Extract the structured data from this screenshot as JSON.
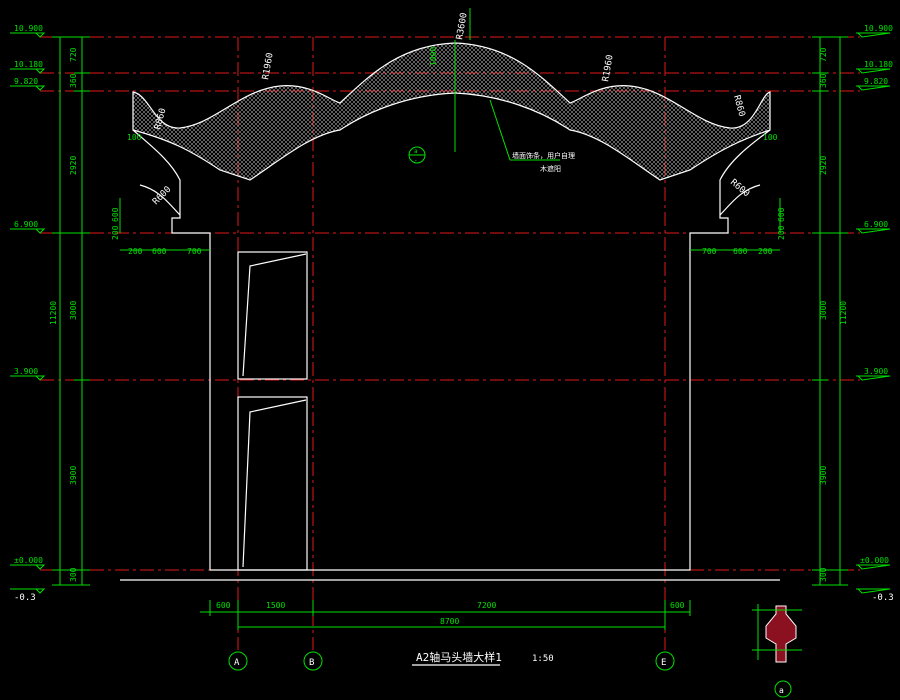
{
  "title": {
    "label": "A2轴马头墙大样1",
    "scale": "1:50"
  },
  "elevations_left": [
    "10.900",
    "10.180",
    "9.820",
    "6.900",
    "3.900",
    "±0.000",
    "-0.3"
  ],
  "elevations_right": [
    "10.900",
    "10.180",
    "9.820",
    "6.900",
    "3.900",
    "±0.000",
    "-0.3"
  ],
  "dims_vertical": {
    "top": "720",
    "mid": "360",
    "upper": "2920",
    "wall1": "3000",
    "wall2": "3900",
    "base": "300",
    "total": "11200"
  },
  "dims_side": {
    "a": "600",
    "b": "200"
  },
  "dims_horizontal": {
    "left_side": "200",
    "left_mid": "600",
    "left_in": "700",
    "right_in": "700",
    "right_mid": "600",
    "right_side": "200"
  },
  "dims_bottom": {
    "d1": "600",
    "d2": "1500",
    "d3": "7200",
    "d4": "600",
    "total": "8700"
  },
  "radii": {
    "r_top": "R3600",
    "r_mid_l": "R1960",
    "r_mid_r": "R1960",
    "r_end_l": "R860",
    "r_end_r": "R860",
    "r_low_l": "R600",
    "r_low_r": "R600"
  },
  "small_labels": {
    "top_mid": "1000",
    "end_l": "100",
    "end_r": "100"
  },
  "note": {
    "line1": "墙面饰条，用户自理",
    "line2": "木遮阳"
  },
  "axes": [
    "A",
    "B",
    "E"
  ],
  "detail_ref": {
    "sym": "a",
    "sym2": "-"
  },
  "section_ref": "a",
  "colors": {
    "dim": "#00e000",
    "axis": "#e01818",
    "outline": "#ffffff"
  }
}
